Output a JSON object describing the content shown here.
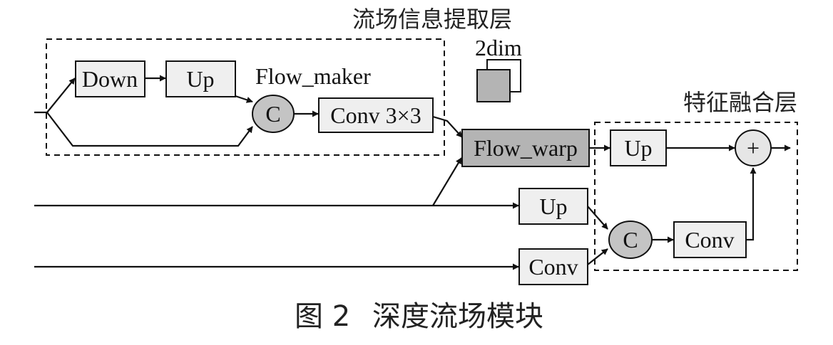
{
  "groups": {
    "flow_extraction": "流场信息提取层",
    "feature_fusion": "特征融合层"
  },
  "labels": {
    "flow_maker": "Flow_maker",
    "dim": "2dim"
  },
  "blocks": {
    "down": "Down",
    "up_top": "Up",
    "concat_top": "C",
    "conv3x3": "Conv 3×3",
    "flow_warp": "Flow_warp",
    "up_fusion": "Up",
    "up_mid": "Up",
    "conv_bottom": "Conv",
    "concat_bottom": "C",
    "conv_fusion": "Conv",
    "add": "+"
  },
  "caption": {
    "figure_no": "图 2",
    "title": "深度流场模块"
  },
  "colors": {
    "light_box": "#efefef",
    "dark_box": "#b4b4b4",
    "circle": "#c4c4c4"
  }
}
